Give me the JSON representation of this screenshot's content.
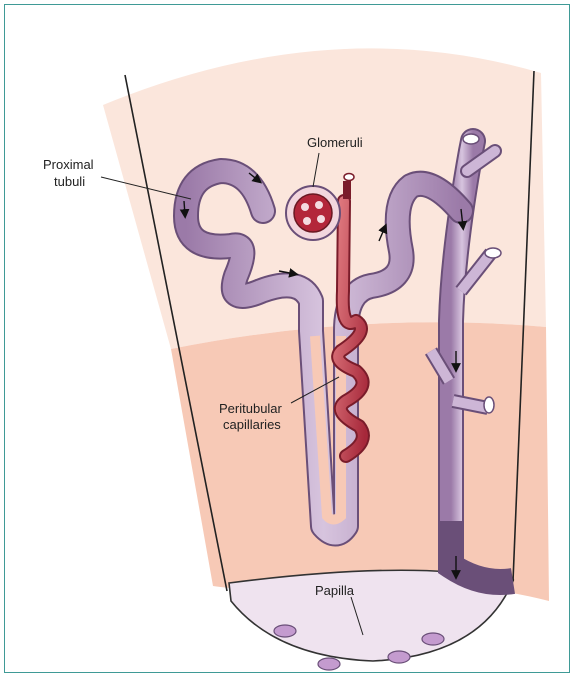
{
  "labels": {
    "proximal_line1": "Proximal",
    "proximal_line2": "tubuli",
    "glomeruli": "Glomeruli",
    "peritubular_line1": "Peritubular",
    "peritubular_line2": "capillaries",
    "papilla": "Papilla"
  },
  "colors": {
    "frame": "#3f9a96",
    "cortex": "#fbe6dc",
    "medulla": "#f7c9b6",
    "papilla": "#efe3ef",
    "tubule_fill": "#b89bc3",
    "tubule_outline": "#6a4f78",
    "capillary": "#c9505a",
    "capillary_dark": "#8f2030"
  }
}
